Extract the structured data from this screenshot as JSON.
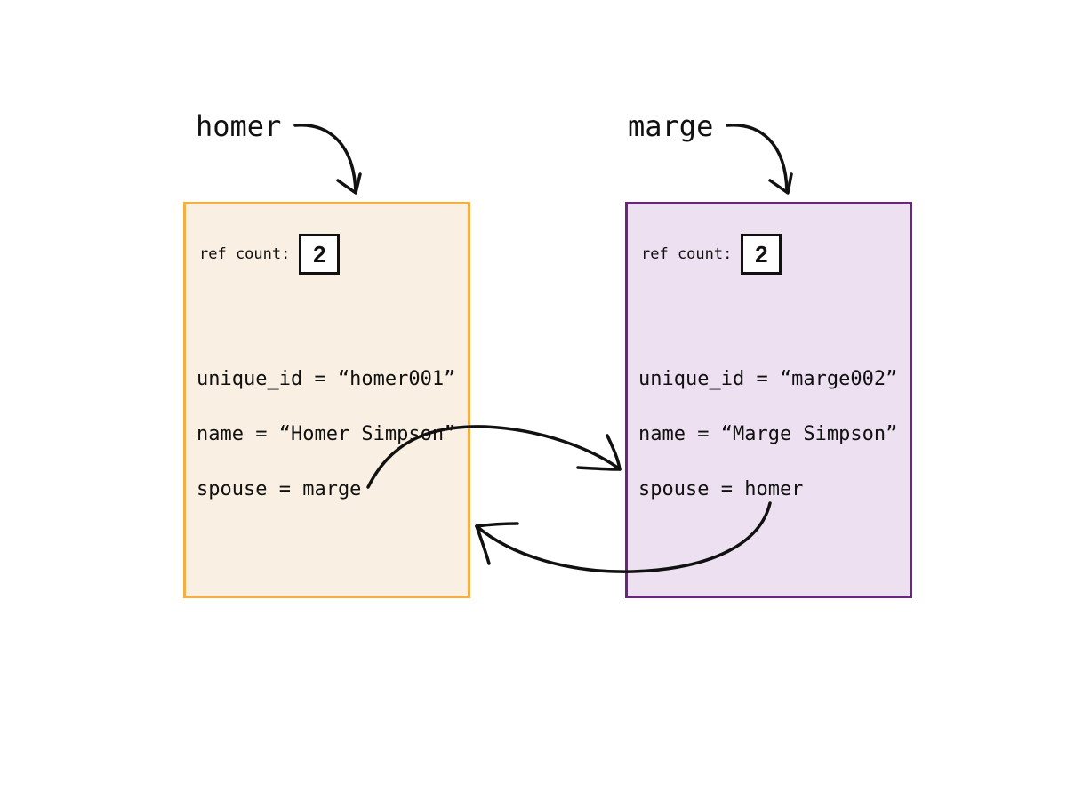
{
  "colors": {
    "homer_border": "#f5ae42",
    "homer_fill": "#f9efe2",
    "marge_border": "#6b2580",
    "marge_fill": "#ede0f0"
  },
  "homer": {
    "var_name": "homer",
    "ref_count_label": "ref count:",
    "ref_count": "2",
    "fields": {
      "unique_id": "unique_id = “homer001”",
      "name": "name = “Homer Simpson”",
      "spouse": "spouse = marge"
    }
  },
  "marge": {
    "var_name": "marge",
    "ref_count_label": "ref count:",
    "ref_count": "2",
    "fields": {
      "unique_id": "unique_id = “marge002”",
      "name": "name = “Marge Simpson”",
      "spouse": "spouse = homer"
    }
  }
}
